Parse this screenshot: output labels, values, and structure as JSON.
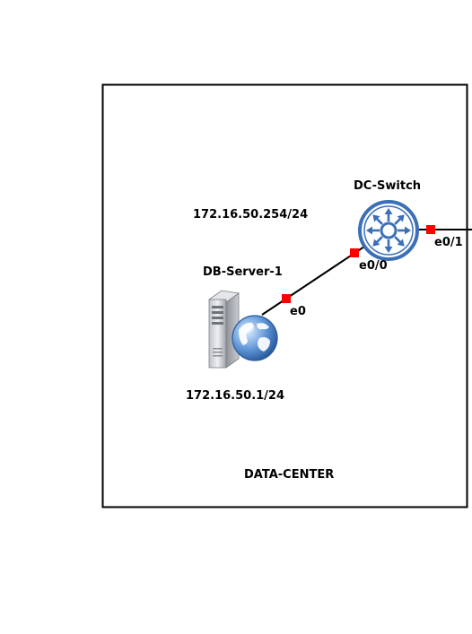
{
  "diagram": {
    "zone_label": "DATA-CENTER",
    "nodes": {
      "switch": {
        "name": "DC-Switch",
        "icon": "multilayer-switch-icon",
        "icon_color": "#3b6fb6",
        "ip_label": "172.16.50.254/24",
        "ports": {
          "e0_0": "e0/0",
          "e0_1": "e0/1"
        }
      },
      "server": {
        "name": "DB-Server-1",
        "icon": "server-globe-icon",
        "ip_label": "172.16.50.1/24",
        "ports": {
          "e0": "e0"
        }
      }
    },
    "port_marker_color": "#ff0000"
  }
}
